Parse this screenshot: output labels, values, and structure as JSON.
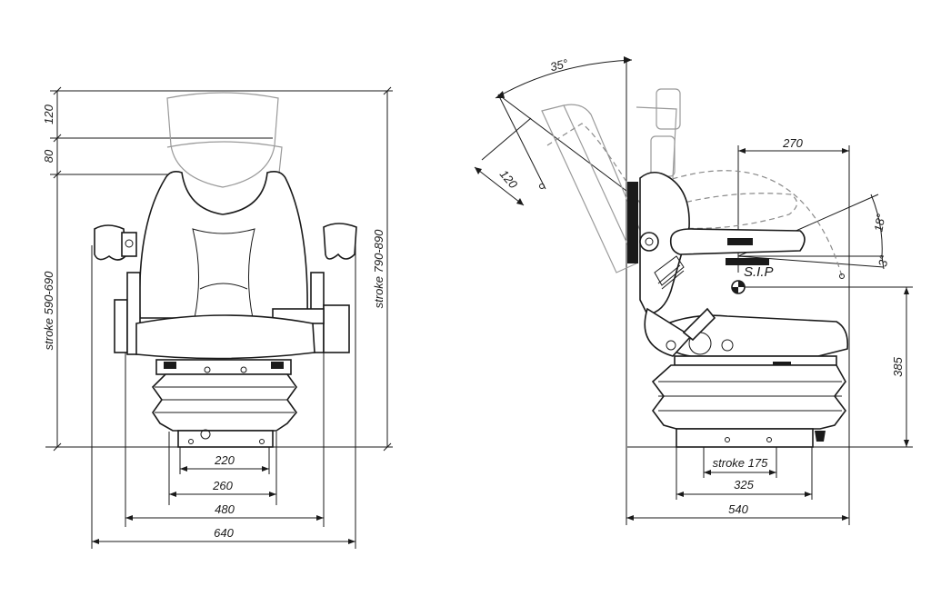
{
  "front_view": {
    "dim_headrest": "120",
    "dim_headrest_step": "80",
    "dim_stroke_left": "stroke 590-690",
    "dim_stroke_right": "stroke 790-890",
    "dim_220": "220",
    "dim_260": "260",
    "dim_480": "480",
    "dim_640": "640"
  },
  "side_view": {
    "dim_angle_back": "35°",
    "dim_headrest_side": "120",
    "dim_270": "270",
    "dim_angle_18": "18°",
    "dim_angle_3": "3°",
    "sip_label": "S.I.P",
    "dim_385": "385",
    "dim_stroke_175": "stroke 175",
    "dim_325": "325",
    "dim_540": "540"
  }
}
